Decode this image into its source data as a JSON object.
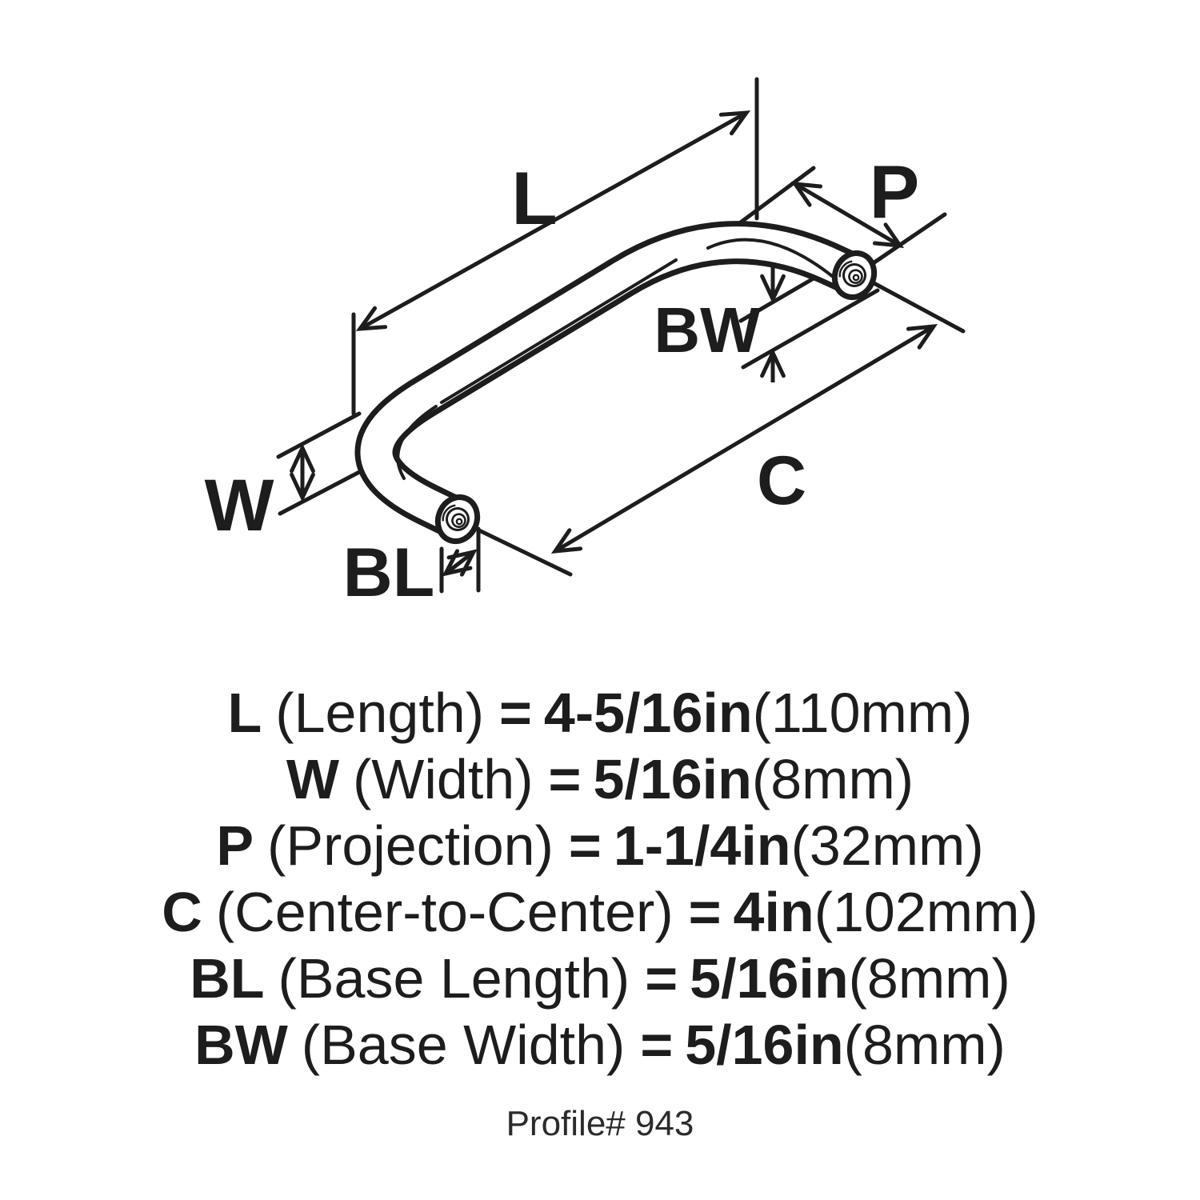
{
  "diagram": {
    "labels": {
      "L": "L",
      "P": "P",
      "BW": "BW",
      "W": "W",
      "C": "C",
      "BL": "BL"
    }
  },
  "specs": [
    {
      "symbol": "L",
      "name": "(Length)",
      "eq": "=",
      "imperial": "4-5/16in",
      "metric": "(110mm)"
    },
    {
      "symbol": "W",
      "name": "(Width)",
      "eq": "=",
      "imperial": "5/16in",
      "metric": "(8mm)"
    },
    {
      "symbol": "P",
      "name": "(Projection)",
      "eq": "=",
      "imperial": "1-1/4in",
      "metric": "(32mm)"
    },
    {
      "symbol": "C",
      "name": "(Center-to-Center)",
      "eq": "=",
      "imperial": "4in",
      "metric": "(102mm)"
    },
    {
      "symbol": "BL",
      "name": "(Base Length)",
      "eq": "=",
      "imperial": "5/16in",
      "metric": "(8mm)"
    },
    {
      "symbol": "BW",
      "name": "(Base Width)",
      "eq": "=",
      "imperial": "5/16in",
      "metric": "(8mm)"
    }
  ],
  "footer": {
    "profile_label": "Profile# 943"
  },
  "colors": {
    "ink": "#1d1d1d",
    "background": "#ffffff"
  }
}
